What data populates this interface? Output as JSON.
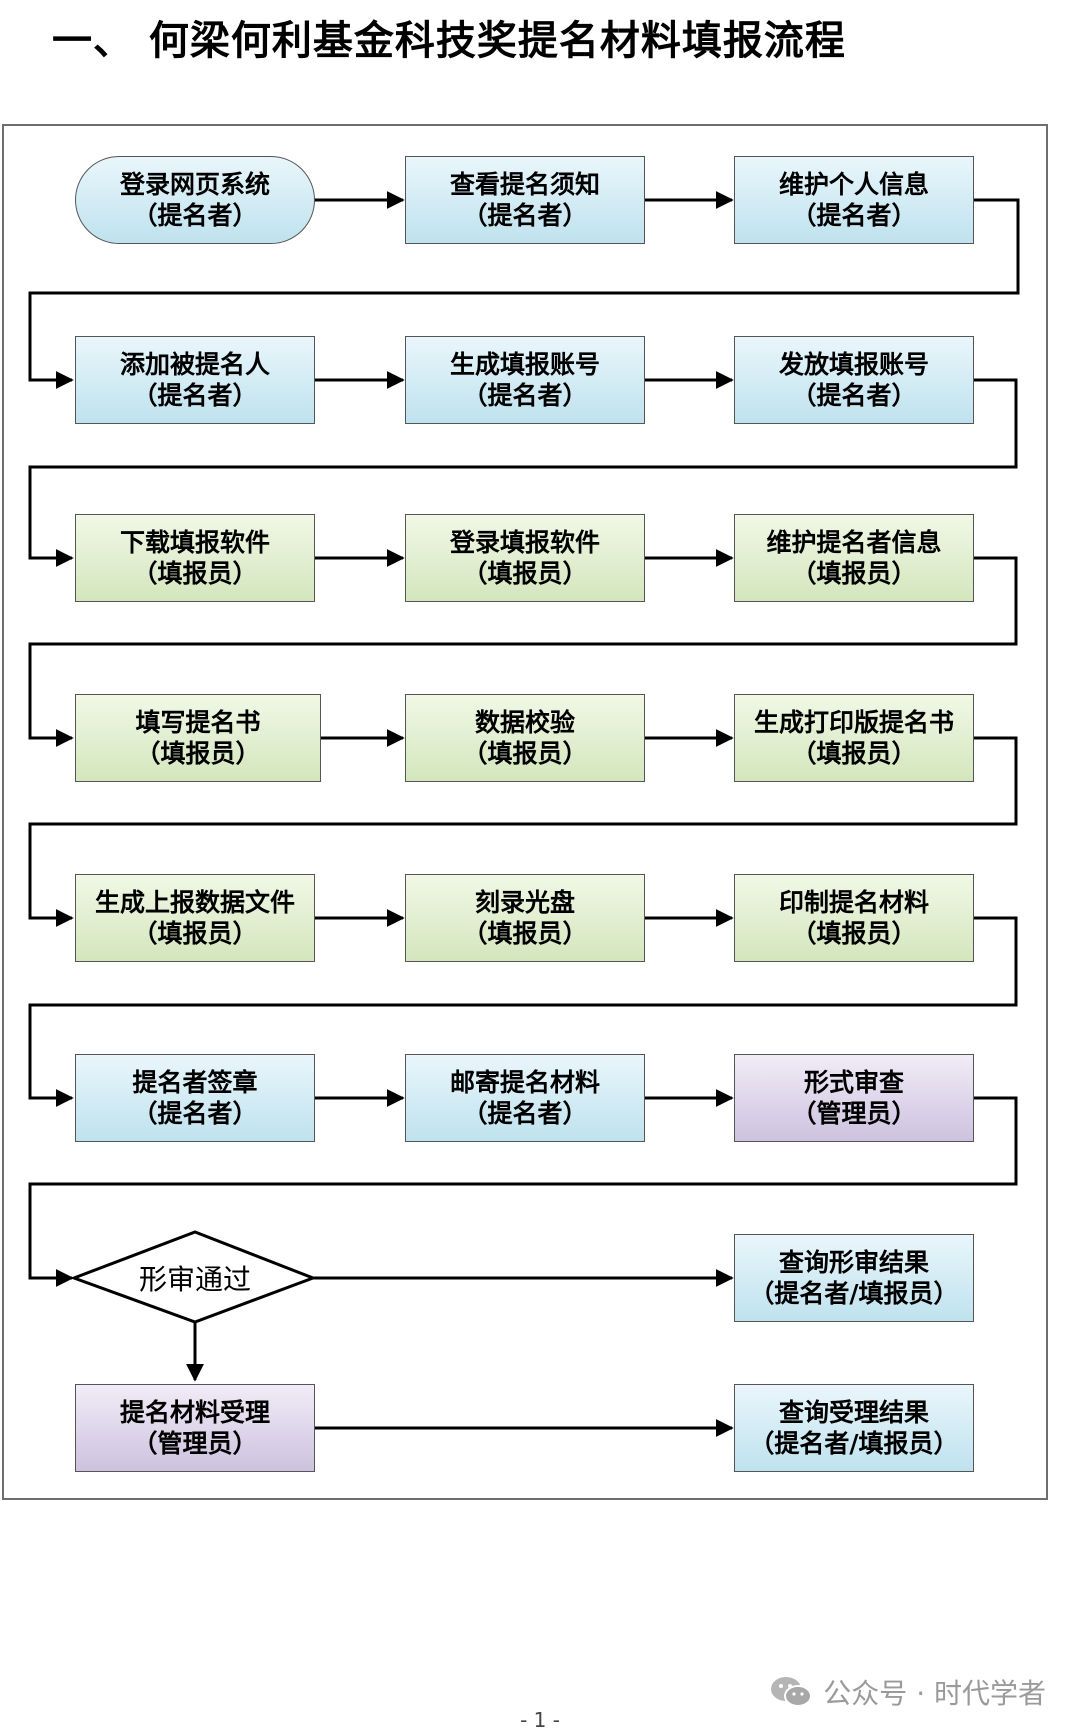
{
  "heading": "一、 何梁何利基金科技奖提名材料填报流程",
  "nodes": {
    "login_web": {
      "title": "登录网页系统",
      "role": "（提名者）"
    },
    "view_notice": {
      "title": "查看提名须知",
      "role": "（提名者）"
    },
    "maintain_personal": {
      "title": "维护个人信息",
      "role": "（提名者）"
    },
    "add_nominee": {
      "title": "添加被提名人",
      "role": "（提名者）"
    },
    "generate_account": {
      "title": "生成填报账号",
      "role": "（提名者）"
    },
    "issue_account": {
      "title": "发放填报账号",
      "role": "（提名者）"
    },
    "download_software": {
      "title": "下载填报软件",
      "role": "（填报员）"
    },
    "login_software": {
      "title": "登录填报软件",
      "role": "（填报员）"
    },
    "maintain_nominator": {
      "title": "维护提名者信息",
      "role": "（填报员）"
    },
    "fill_form": {
      "title": "填写提名书",
      "role": "（填报员）"
    },
    "validate_data": {
      "title": "数据校验",
      "role": "（填报员）"
    },
    "generate_print": {
      "title": "生成打印版提名书",
      "role": "（填报员）"
    },
    "generate_file": {
      "title": "生成上报数据文件",
      "role": "（填报员）"
    },
    "burn_disc": {
      "title": "刻录光盘",
      "role": "（填报员）"
    },
    "print_materials": {
      "title": "印制提名材料",
      "role": "（填报员）"
    },
    "sign_seal": {
      "title": "提名者签章",
      "role": "（提名者）"
    },
    "mail_materials": {
      "title": "邮寄提名材料",
      "role": "（提名者）"
    },
    "formal_review": {
      "title": "形式审查",
      "role": "（管理员）"
    },
    "review_passed": {
      "title": "形审通过"
    },
    "query_review": {
      "title": "查询形审结果",
      "role": "（提名者/填报员）"
    },
    "accept_materials": {
      "title": "提名材料受理",
      "role": "（管理员）"
    },
    "query_accept": {
      "title": "查询受理结果",
      "role": "（提名者/填报员）"
    }
  },
  "colors": {
    "blue": "#c9e7f1",
    "green": "#dcebc9",
    "purple": "#d8cfe6",
    "border": "#555555",
    "frame": "#6e6e6e"
  },
  "watermark": {
    "icon": "wechat-icon",
    "text": "公众号 · 时代学者"
  },
  "page_number": "- 1 -"
}
